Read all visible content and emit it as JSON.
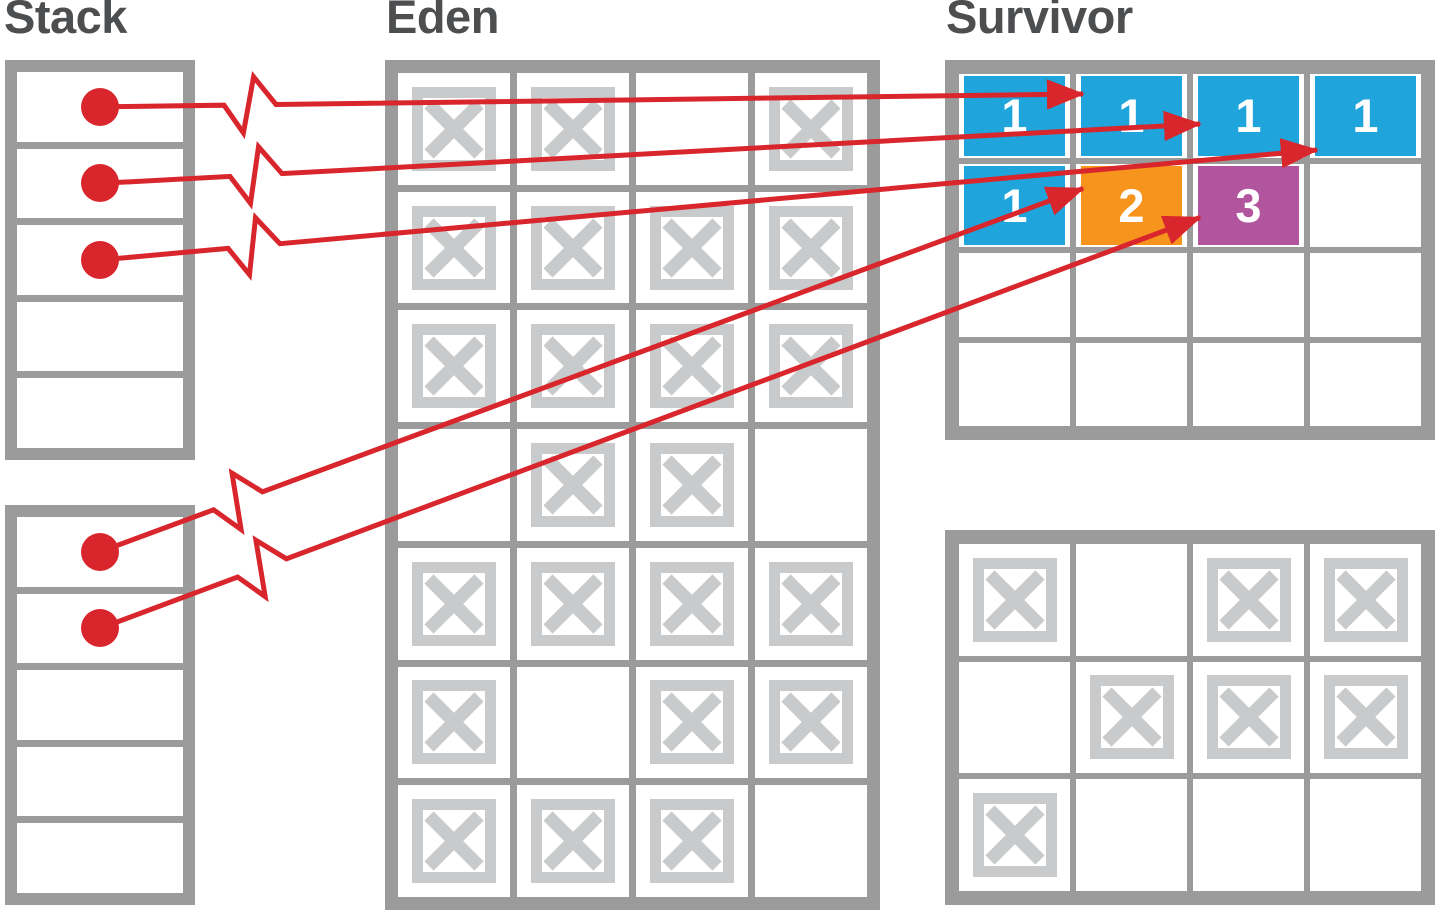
{
  "titles": {
    "stack": "Stack",
    "eden": "Eden",
    "survivor": "Survivor"
  },
  "colors": {
    "frame_gray": "#9b9b9b",
    "x_gray": "#c9cacb",
    "red": "#d8262c",
    "blue": "#1fa5dc",
    "orange": "#f7941e",
    "purple": "#b1569e",
    "title_text": "#4d4e50",
    "age_text": "#ffffff"
  },
  "stack_top": {
    "rows": 5,
    "pointer_slots": [
      0,
      1,
      2
    ]
  },
  "stack_bottom": {
    "rows": 5,
    "pointer_slots": [
      0,
      1
    ]
  },
  "eden": {
    "cols": 4,
    "rows": 7,
    "dead_cells": [
      [
        0,
        0
      ],
      [
        0,
        1
      ],
      [
        0,
        3
      ],
      [
        1,
        0
      ],
      [
        1,
        1
      ],
      [
        1,
        2
      ],
      [
        1,
        3
      ],
      [
        2,
        0
      ],
      [
        2,
        1
      ],
      [
        2,
        2
      ],
      [
        2,
        3
      ],
      [
        3,
        1
      ],
      [
        3,
        2
      ],
      [
        4,
        0
      ],
      [
        4,
        1
      ],
      [
        4,
        2
      ],
      [
        4,
        3
      ],
      [
        5,
        0
      ],
      [
        5,
        2
      ],
      [
        5,
        3
      ],
      [
        6,
        0
      ],
      [
        6,
        1
      ],
      [
        6,
        2
      ]
    ]
  },
  "survivor_top": {
    "cols": 4,
    "rows": 4,
    "objects": [
      {
        "row": 0,
        "col": 0,
        "age": "1",
        "color": "blue"
      },
      {
        "row": 0,
        "col": 1,
        "age": "1",
        "color": "blue"
      },
      {
        "row": 0,
        "col": 2,
        "age": "1",
        "color": "blue"
      },
      {
        "row": 0,
        "col": 3,
        "age": "1",
        "color": "blue"
      },
      {
        "row": 1,
        "col": 0,
        "age": "1",
        "color": "blue"
      },
      {
        "row": 1,
        "col": 1,
        "age": "2",
        "color": "orange"
      },
      {
        "row": 1,
        "col": 2,
        "age": "3",
        "color": "purple"
      }
    ]
  },
  "survivor_bottom": {
    "cols": 4,
    "rows": 3,
    "dead_cells": [
      [
        0,
        0
      ],
      [
        0,
        2
      ],
      [
        0,
        3
      ],
      [
        1,
        1
      ],
      [
        1,
        2
      ],
      [
        1,
        3
      ],
      [
        2,
        0
      ]
    ]
  },
  "pointers": [
    {
      "from_stack": "top",
      "slot": 0,
      "to_row": 0,
      "to_col": 1
    },
    {
      "from_stack": "top",
      "slot": 1,
      "to_row": 0,
      "to_col": 2
    },
    {
      "from_stack": "top",
      "slot": 2,
      "to_row": 0,
      "to_col": 3
    },
    {
      "from_stack": "bottom",
      "slot": 0,
      "to_row": 1,
      "to_col": 1
    },
    {
      "from_stack": "bottom",
      "slot": 1,
      "to_row": 1,
      "to_col": 2
    }
  ]
}
